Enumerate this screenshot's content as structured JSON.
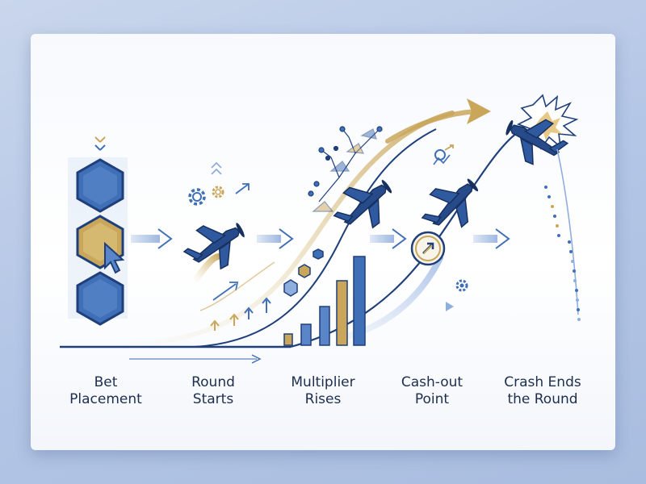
{
  "steps": [
    {
      "line1": "Bet",
      "line2": "Placement"
    },
    {
      "line1": "Round",
      "line2": "Starts"
    },
    {
      "line1": "Multiplier",
      "line2": "Rises"
    },
    {
      "line1": "Cash-out",
      "line2": "Point"
    },
    {
      "line1": "Crash Ends",
      "line2": "the Round"
    }
  ],
  "colors": {
    "navy": "#1f3f7a",
    "blue": "#3f6fb6",
    "light_blue": "#8eaede",
    "gold": "#c9a65a",
    "text": "#1e2e4e"
  },
  "icons": [
    "hexagon-icon",
    "cursor-icon",
    "airplane-icon",
    "gear-icon",
    "up-arrow-icon",
    "right-arrow-icon",
    "cash-out-target-icon",
    "explosion-icon",
    "bar-chart-icon"
  ]
}
